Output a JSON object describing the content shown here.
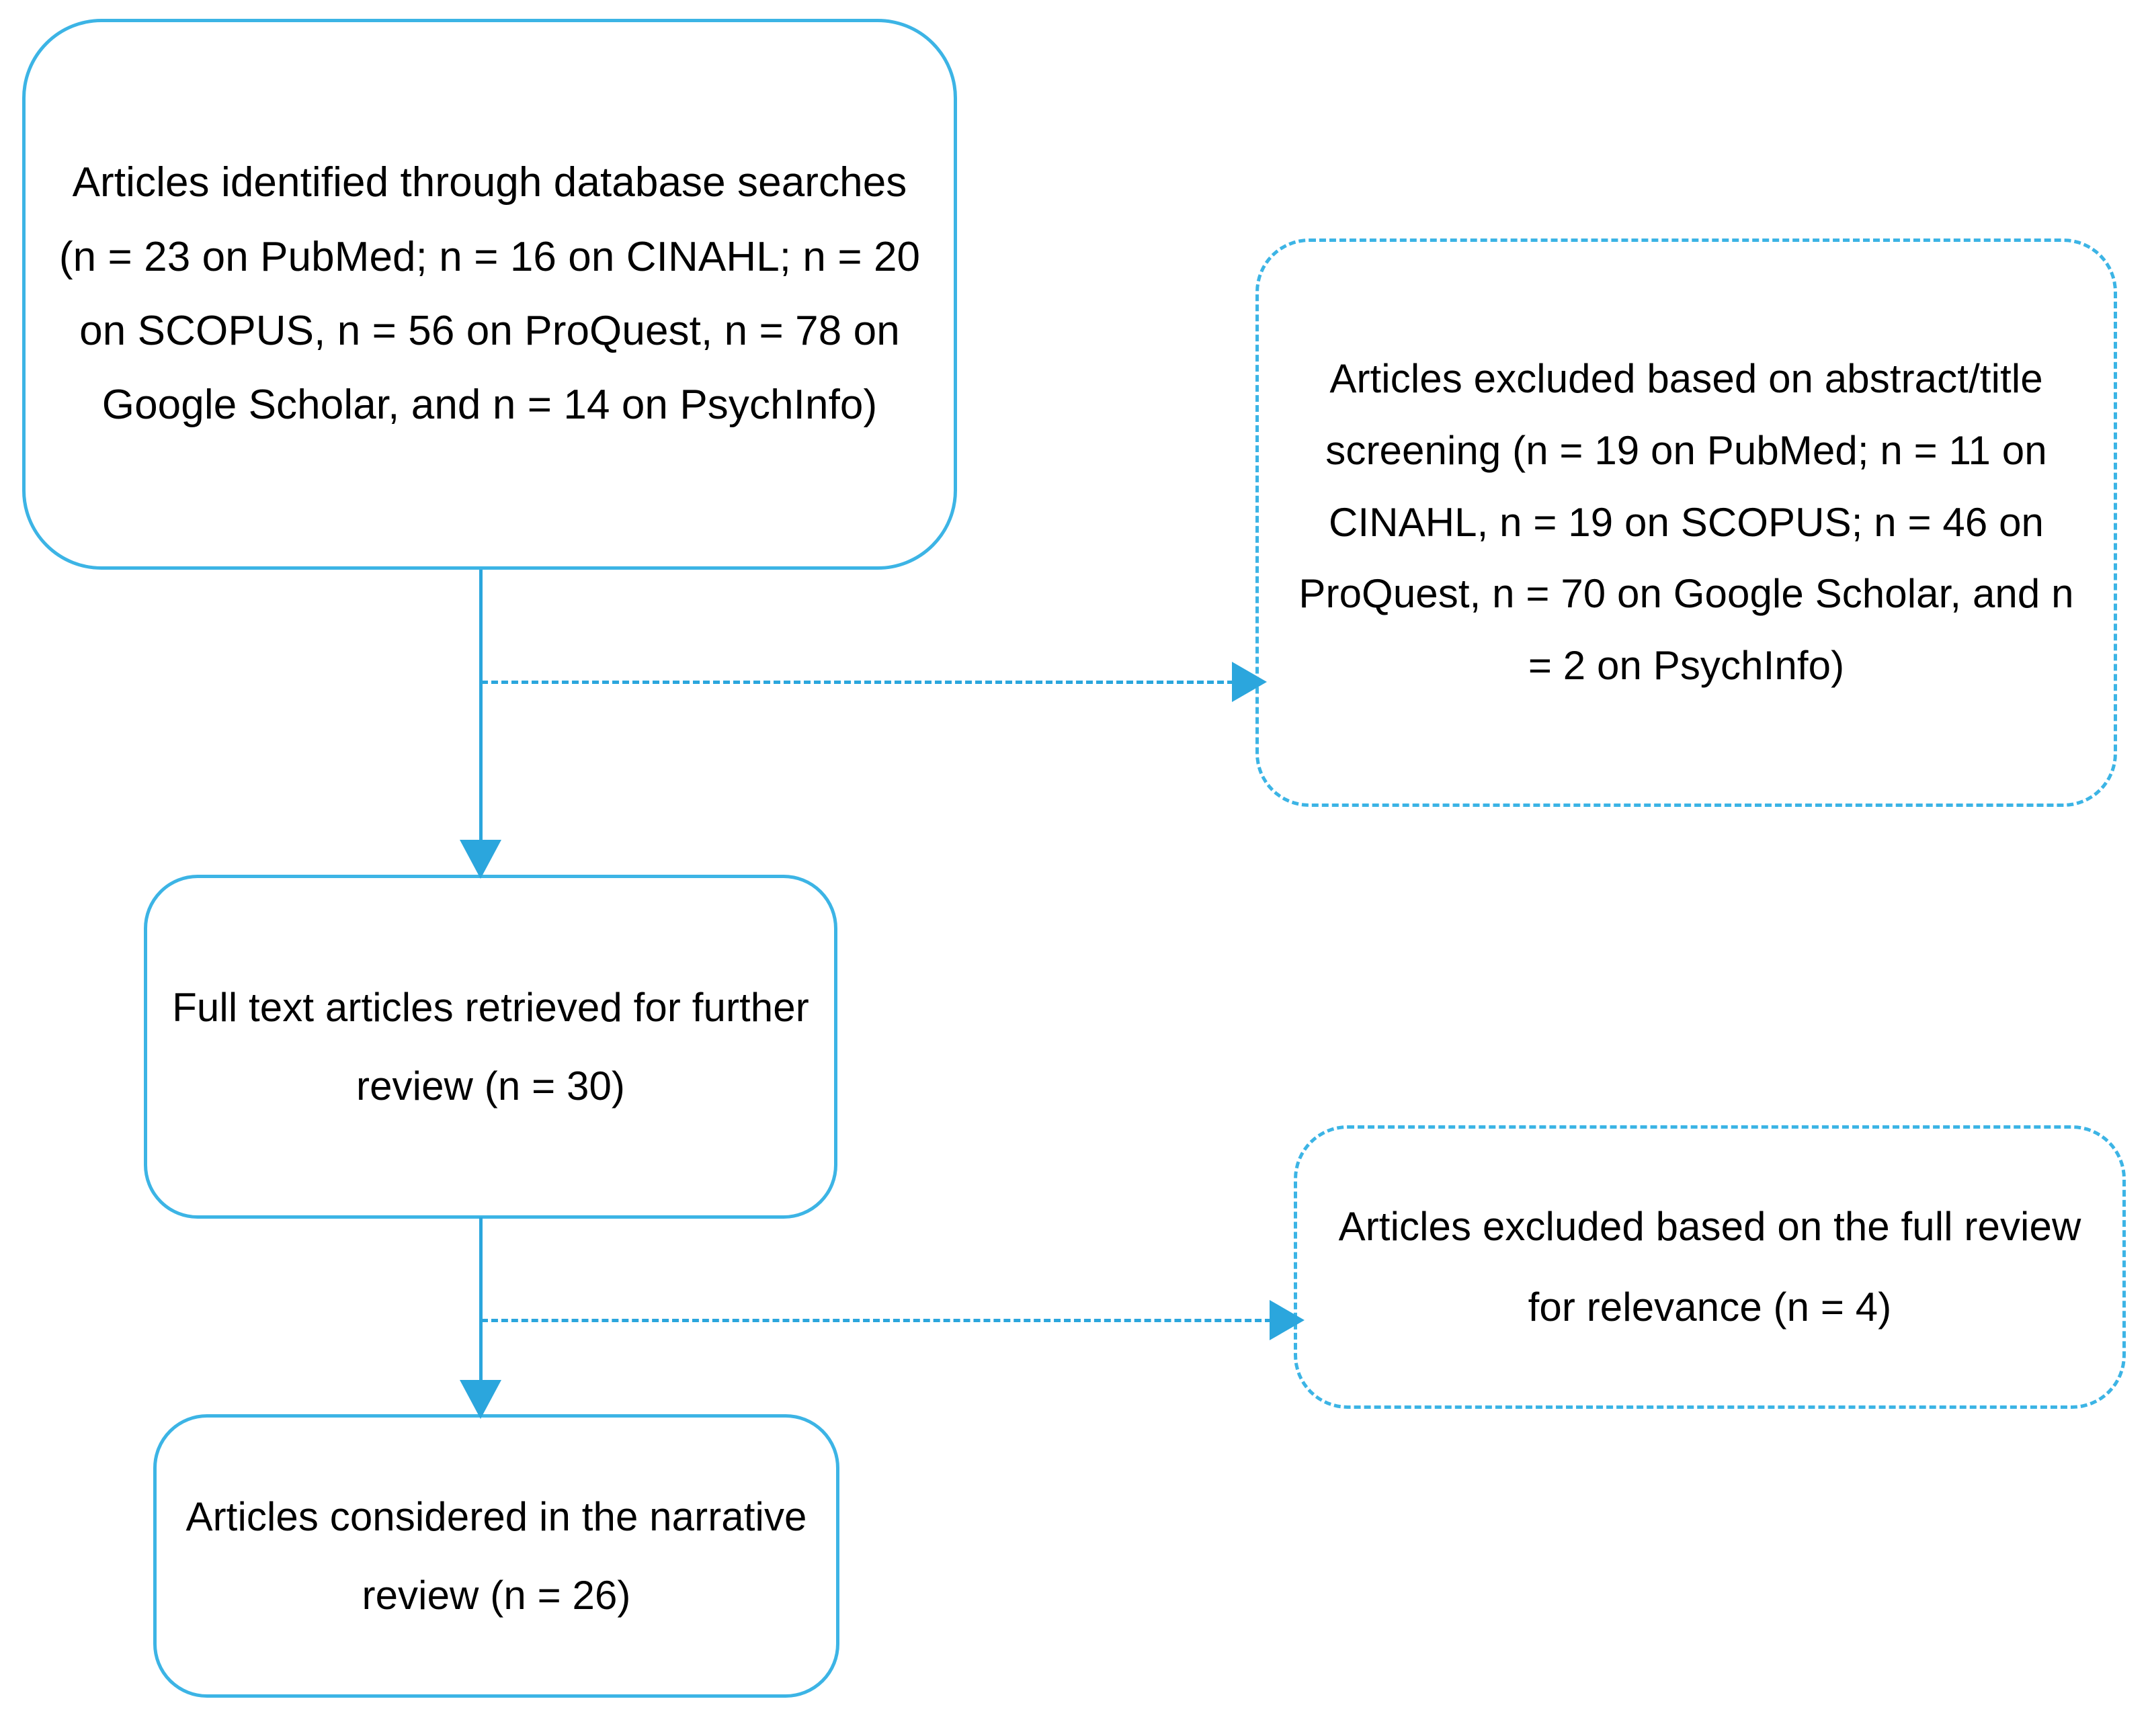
{
  "diagram": {
    "type": "prisma-flow-diagram",
    "accent_color": "#2ba6dd",
    "box_border_color": "#3cb4e5",
    "text_color": "#000000",
    "background_color": "#ffffff"
  },
  "boxes": {
    "identified": {
      "id": "articles-identified",
      "style": "solid",
      "text": "Articles identified through database searches (n = 23 on PubMed; n = 16 on CINAHL; n = 20 on SCOPUS, n = 56 on ProQuest, n = 78 on Google Scholar, and n = 14 on PsychInfo)",
      "counts": {
        "PubMed": 23,
        "CINAHL": 16,
        "SCOPUS": 20,
        "ProQuest": 56,
        "Google Scholar": 78,
        "PsychInfo": 14
      }
    },
    "excluded_screening": {
      "id": "articles-excluded-screening",
      "style": "dash-dot",
      "text": "Articles excluded based on abstract/title screening (n = 19 on PubMed; n = 11 on CINAHL, n = 19 on SCOPUS; n = 46 on ProQuest, n = 70 on Google Scholar, and n = 2 on PsychInfo)",
      "counts": {
        "PubMed": 19,
        "CINAHL": 11,
        "SCOPUS": 19,
        "ProQuest": 46,
        "Google Scholar": 70,
        "PsychInfo": 2
      }
    },
    "fulltext": {
      "id": "full-text-retrieved",
      "style": "solid",
      "text": "Full text articles retrieved for further review (n = 30)",
      "n": 30
    },
    "excluded_relevance": {
      "id": "articles-excluded-relevance",
      "style": "dash-dot",
      "text": "Articles excluded based on the full review for relevance (n = 4)",
      "n": 4
    },
    "narrative": {
      "id": "articles-considered-narrative",
      "style": "solid",
      "text": "Articles considered in the narrative review (n = 26)",
      "n": 26
    }
  },
  "connectors": [
    {
      "id": "identified-to-excluded-screening",
      "style": "dash-dot",
      "direction": "right"
    },
    {
      "id": "identified-to-fulltext",
      "style": "solid",
      "direction": "down"
    },
    {
      "id": "fulltext-to-excluded-relevance",
      "style": "dash-dot",
      "direction": "right"
    },
    {
      "id": "fulltext-to-narrative",
      "style": "solid",
      "direction": "down"
    }
  ]
}
